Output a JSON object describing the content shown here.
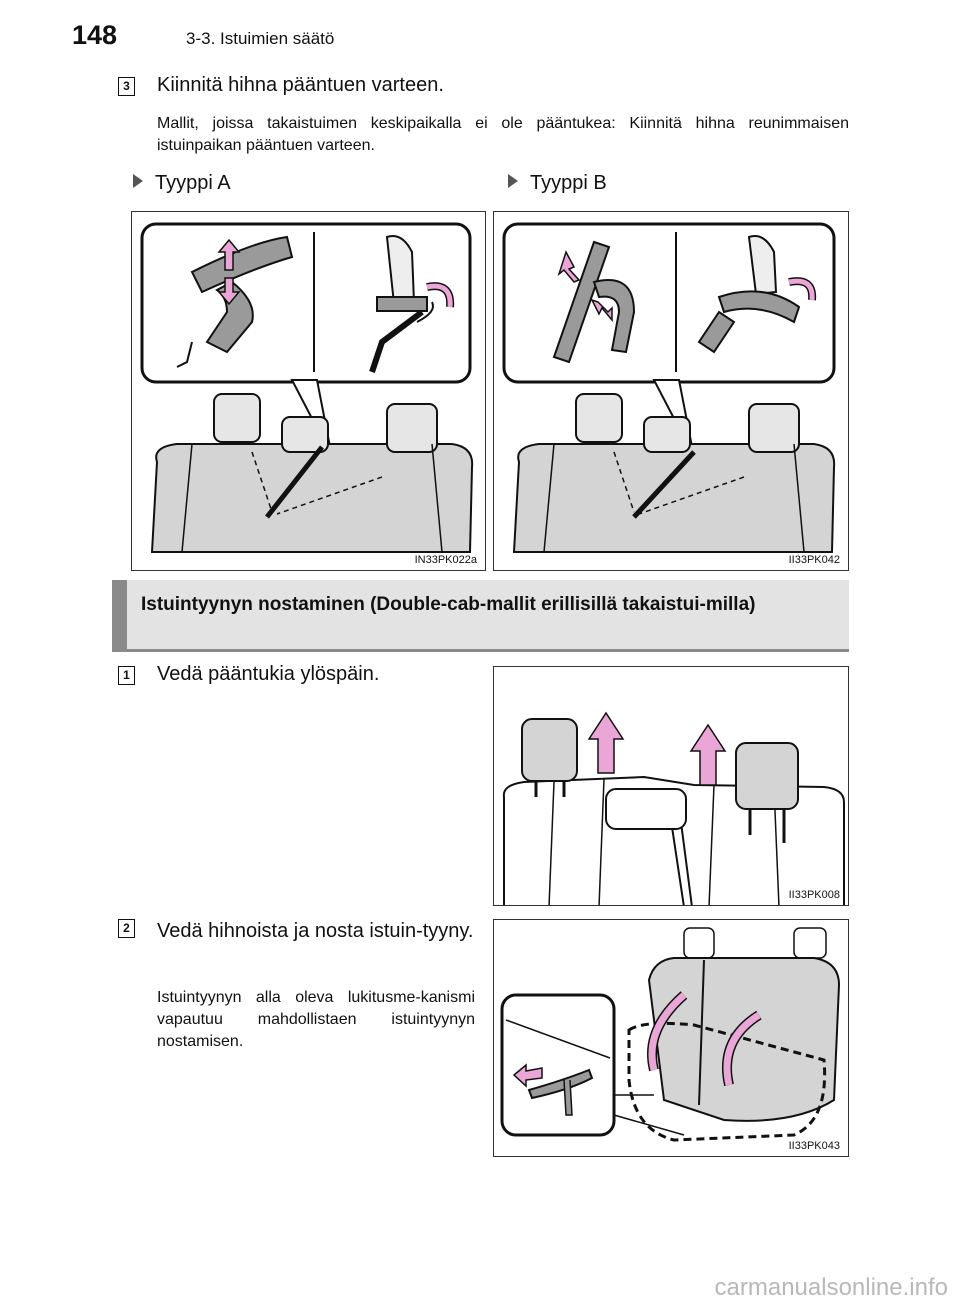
{
  "header": {
    "page_number": "148",
    "section": "3-3. Istuimien säätö"
  },
  "step3": {
    "number": "3",
    "title": "Kiinnitä hihna pääntuen varteen.",
    "description": "Mallit, joissa takaistuimen keskipaikalla ei ole pääntukea: Kiinnitä hihna reunimmaisen istuinpaikan pääntuen varteen."
  },
  "types": {
    "a_label": "Tyyppi A",
    "b_label": "Tyyppi B"
  },
  "figures": {
    "type_a_code": "IN33PK022a",
    "type_b_code": "II33PK042",
    "headrest_code": "II33PK008",
    "cushion_code": "II33PK043"
  },
  "section_heading": "Istuintyynyn nostaminen (Double-cab-mallit erillisillä takaistui-milla)",
  "step1": {
    "number": "1",
    "title": "Vedä pääntukia ylöspäin."
  },
  "step2": {
    "number": "2",
    "title": "Vedä hihnoista ja nosta istuin-tyyny.",
    "description": "Istuintyynyn alla oleva lukitusme-kanismi vapautuu mahdollistaen istuintyynyn nostamisen."
  },
  "colors": {
    "arrow_pink": "#e9a6d6",
    "seat_gray": "#d4d4d4",
    "strap_gray": "#9a9a9a",
    "band_gray": "#e3e3e3",
    "accent_gray": "#8a8a8a"
  },
  "footer": {
    "watermark": "carmanualsonline.info"
  }
}
